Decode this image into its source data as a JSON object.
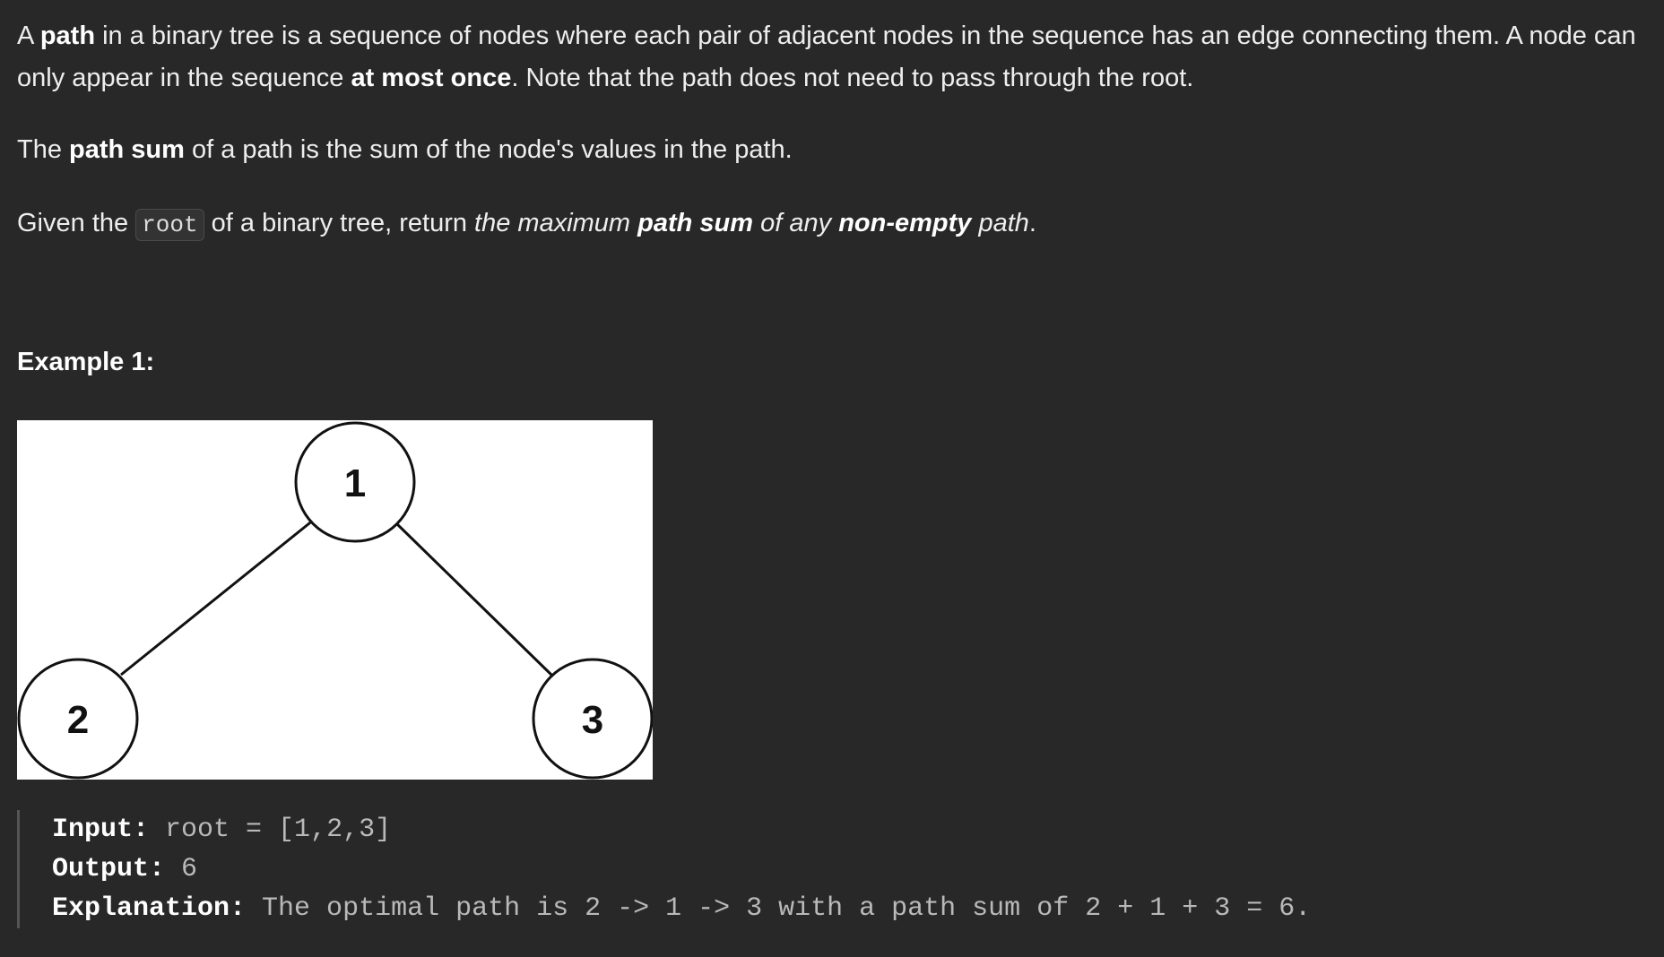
{
  "problem": {
    "p1": {
      "a": "A ",
      "b1": "path",
      "c": " in a binary tree is a sequence of nodes where each pair of adjacent nodes in the sequence has an edge connecting them. A node can only appear in the sequence ",
      "b2": "at most once",
      "d": ". Note that the path does not need to pass through the root."
    },
    "p2": {
      "a": "The ",
      "b": "path sum",
      "c": " of a path is the sum of the node's values in the path."
    },
    "p3": {
      "a": "Given the ",
      "code": "root",
      "b": " of a binary tree, return ",
      "i1": "the maximum ",
      "bi1": "path sum",
      "i2": " of any ",
      "bi2": "non-empty",
      "i3": " path",
      "end": "."
    }
  },
  "example": {
    "title": "Example 1:",
    "tree": {
      "nodes": [
        {
          "label": "1"
        },
        {
          "label": "2"
        },
        {
          "label": "3"
        }
      ]
    },
    "input_key": "Input:",
    "input_val": " root = [1,2,3]",
    "output_key": "Output:",
    "output_val": " 6",
    "explanation_key": "Explanation:",
    "explanation_val": " The optimal path is 2 -> 1 -> 3 with a path sum of 2 + 1 + 3 = 6."
  }
}
